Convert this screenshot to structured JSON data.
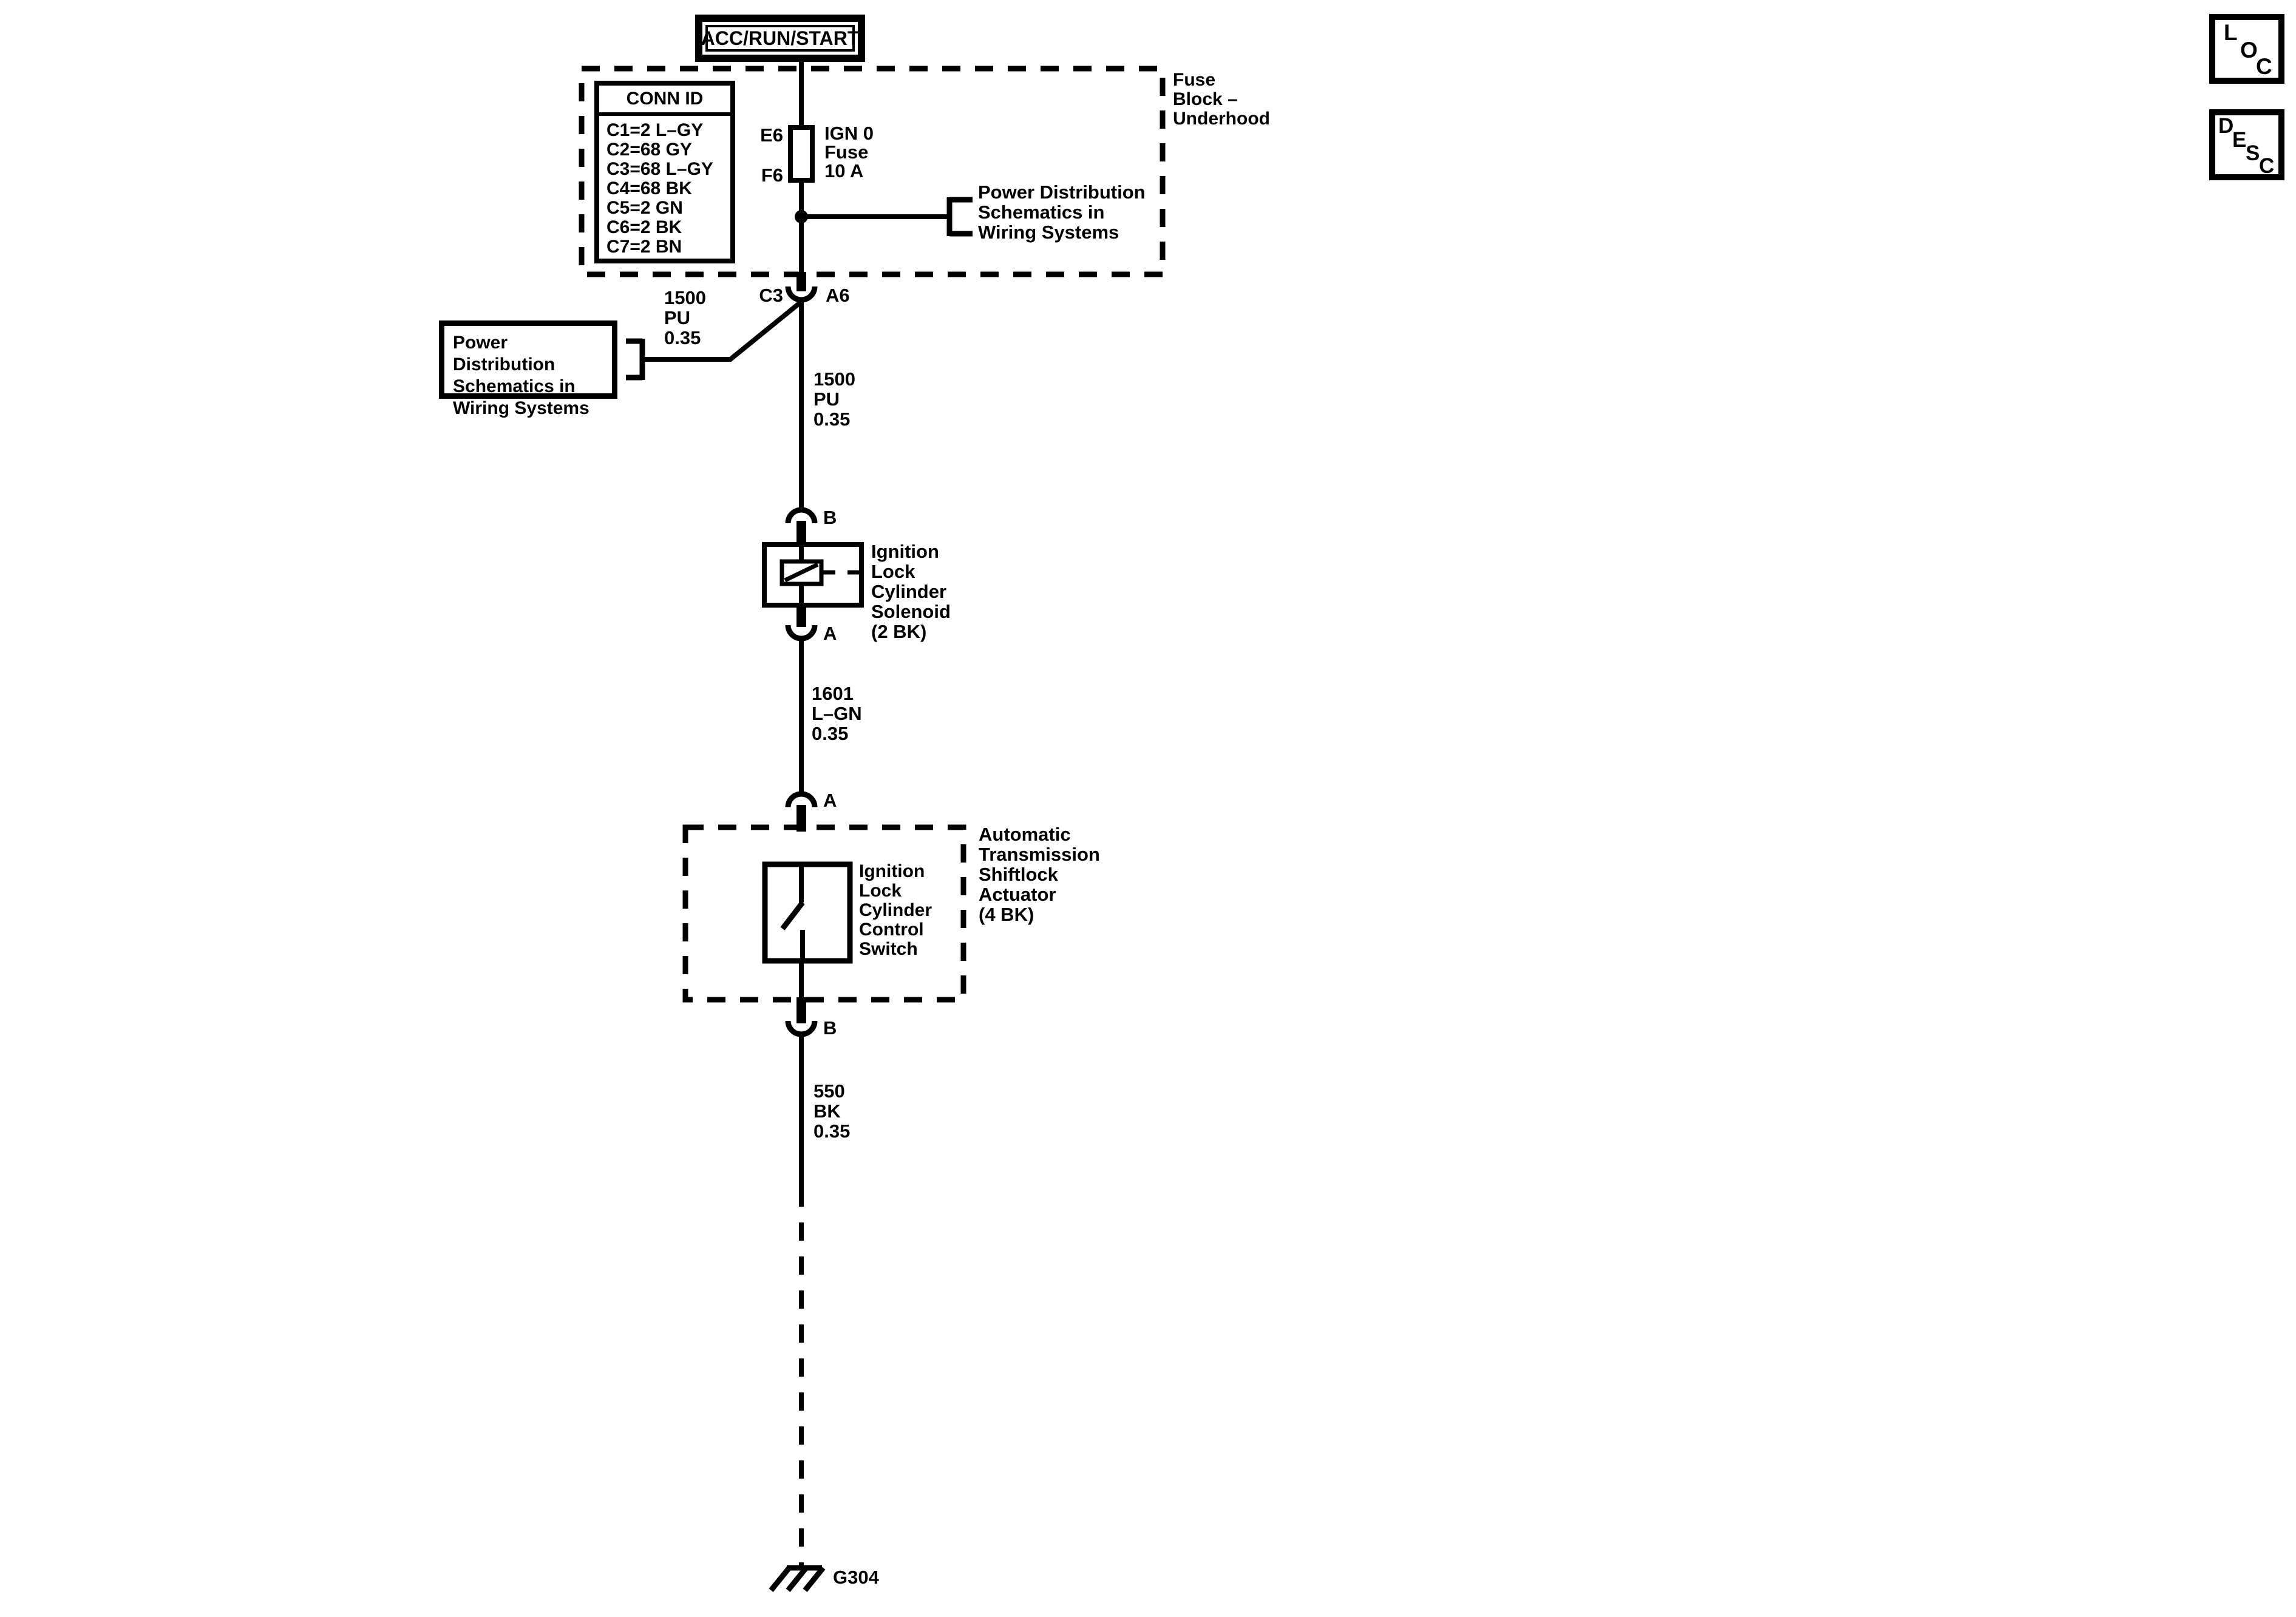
{
  "page": {
    "background": "#ffffff",
    "line_color": "#000000"
  },
  "title_box": {
    "label": "ACC/RUN/START"
  },
  "fuse_block": {
    "name_lines": [
      "Fuse",
      "Block –",
      "Underhood"
    ],
    "conn_id": {
      "title": "CONN ID",
      "rows": [
        "C1=2 L–GY",
        "C2=68 GY",
        "C3=68 L–GY",
        "C4=68 BK",
        "C5=2 GN",
        "C6=2 BK",
        "C7=2 BN"
      ]
    },
    "fuse": {
      "terminal_top": "E6",
      "terminal_bottom": "F6",
      "name_lines": [
        "IGN 0",
        "Fuse",
        "10 A"
      ]
    },
    "power_distribution_ref_lines": [
      "Power Distribution",
      "Schematics in",
      "Wiring Systems"
    ]
  },
  "connector_c3_a6": {
    "left": "C3",
    "right": "A6"
  },
  "power_distribution_box_lines": [
    "Power Distribution",
    "Schematics in",
    "Wiring Systems"
  ],
  "wires": {
    "branch_label_lines": [
      "1500",
      "PU",
      "0.35"
    ],
    "main_label_lines": [
      "1500",
      "PU",
      "0.35"
    ],
    "solenoid_out_label_lines": [
      "1601",
      "L–GN",
      "0.35"
    ],
    "ground_label_lines": [
      "550",
      "BK",
      "0.35"
    ]
  },
  "solenoid": {
    "pin_top": "B",
    "pin_bottom": "A",
    "label_lines": [
      "Ignition",
      "Lock",
      "Cylinder",
      "Solenoid",
      "(2 BK)"
    ]
  },
  "actuator": {
    "pin_top": "A",
    "pin_bottom": "B",
    "label_lines": [
      "Automatic",
      "Transmission",
      "Shiftlock",
      "Actuator",
      "(4 BK)"
    ],
    "switch_label_lines": [
      "Ignition",
      "Lock",
      "Cylinder",
      "Control",
      "Switch"
    ]
  },
  "ground": {
    "label": "G304"
  },
  "toolbar": {
    "loc_letters": [
      "L",
      "O",
      "C"
    ],
    "desc_letters": [
      "D",
      "E",
      "S",
      "C"
    ]
  }
}
